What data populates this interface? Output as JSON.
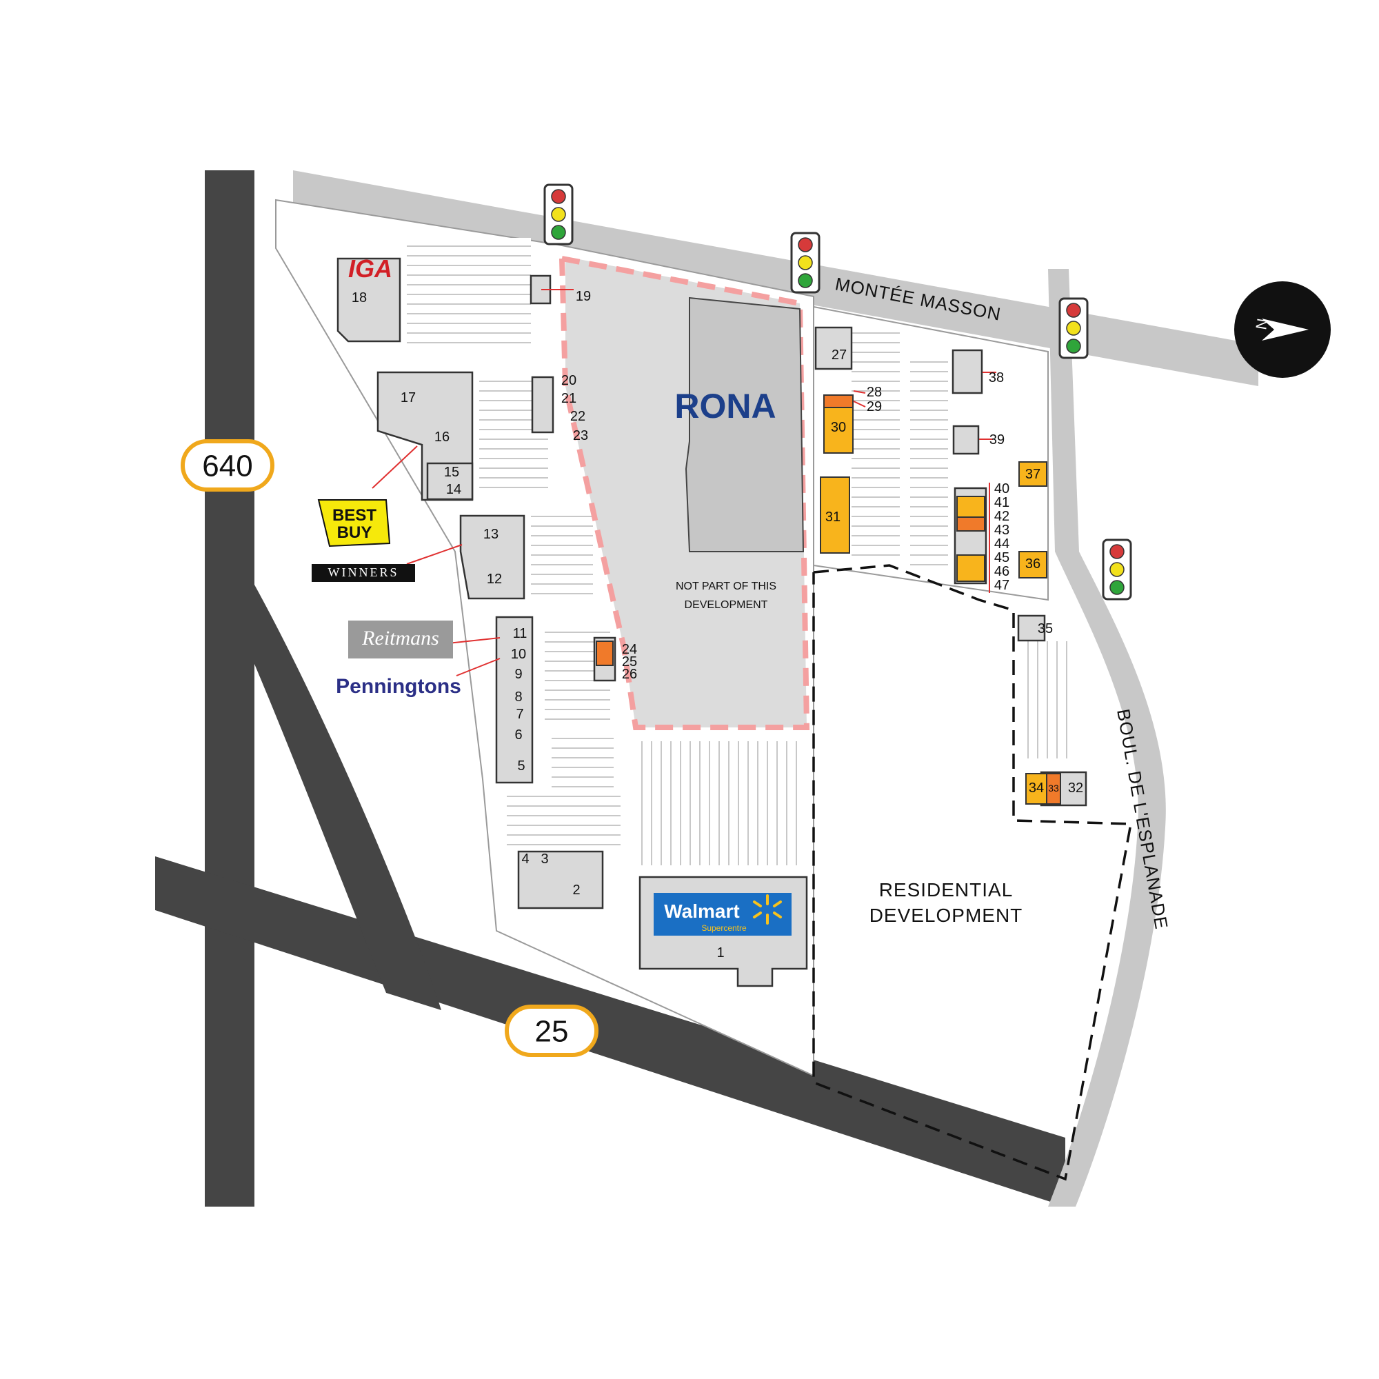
{
  "highways": {
    "h640": "640",
    "h25": "25"
  },
  "roads": {
    "north": "MONTÉE MASSON",
    "east": "BOUL. DE L'ESPLANADE"
  },
  "areas": {
    "excluded_line1": "NOT PART OF THIS",
    "excluded_line2": "DEVELOPMENT",
    "residential_line1": "RESIDENTIAL",
    "residential_line2": "DEVELOPMENT"
  },
  "compass": {
    "letter": "N"
  },
  "brands": {
    "iga": "IGA",
    "rona": "RONA",
    "bestbuy_1": "BEST",
    "bestbuy_2": "BUY",
    "winners": "WINNERS",
    "reitmans": "Reitmans",
    "penningtons": "Penningtons",
    "walmart": "Walmart",
    "walmart_sub": "Supercentre"
  },
  "units": {
    "u1": "1",
    "u2": "2",
    "u3": "3",
    "u4": "4",
    "u5": "5",
    "u6": "6",
    "u7": "7",
    "u8": "8",
    "u9": "9",
    "u10": "10",
    "u11": "11",
    "u12": "12",
    "u13": "13",
    "u14": "14",
    "u15": "15",
    "u16": "16",
    "u17": "17",
    "u18": "18",
    "u19": "19",
    "u20": "20",
    "u21": "21",
    "u22": "22",
    "u23": "23",
    "u24": "24",
    "u25": "25",
    "u26": "26",
    "u27": "27",
    "u28": "28",
    "u29": "29",
    "u30": "30",
    "u31": "31",
    "u32": "32",
    "u33": "33",
    "u34": "34",
    "u35": "35",
    "u36": "36",
    "u37": "37",
    "u38": "38",
    "u39": "39",
    "u40": "40",
    "u41": "41",
    "u42": "42",
    "u43": "43",
    "u44": "44",
    "u45": "45",
    "u46": "46",
    "u47": "47"
  },
  "colors": {
    "highway": "#454545",
    "street": "#c8c8c8",
    "building": "#d9d9d9",
    "available_yellow": "#f8b41c",
    "available_orange": "#f07a2a",
    "excluded_border": "#f4a0a0",
    "shield_border": "#f0a81c",
    "leader": "#e03030"
  }
}
